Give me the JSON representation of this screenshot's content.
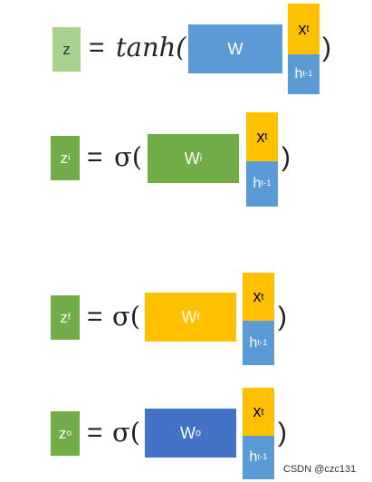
{
  "equations": [
    {
      "z": {
        "base": "z",
        "sup": ""
      },
      "equals": "=",
      "func": "tanh(",
      "weight": {
        "base": "W",
        "sup": ""
      },
      "x": {
        "base": "x",
        "sup": "t"
      },
      "h": {
        "base": "h",
        "sup": "t-1"
      },
      "close": ")",
      "colors": {
        "z": "#A9D18E",
        "weight": "#5B9BD5"
      }
    },
    {
      "z": {
        "base": "z",
        "sup": "i"
      },
      "equals": "=",
      "func": "σ(",
      "weight": {
        "base": "W",
        "sup": "i"
      },
      "x": {
        "base": "x",
        "sup": "t"
      },
      "h": {
        "base": "h",
        "sup": "t-1"
      },
      "close": ")",
      "colors": {
        "z": "#70AD47",
        "weight": "#70AD47"
      }
    },
    {
      "z": {
        "base": "z",
        "sup": "f"
      },
      "equals": "=",
      "func": "σ(",
      "weight": {
        "base": "W",
        "sup": "f"
      },
      "x": {
        "base": "x",
        "sup": "t"
      },
      "h": {
        "base": "h",
        "sup": "t-1"
      },
      "close": ")",
      "colors": {
        "z": "#70AD47",
        "weight": "#FFC000"
      }
    },
    {
      "z": {
        "base": "z",
        "sup": "o"
      },
      "equals": "=",
      "func": "σ(",
      "weight": {
        "base": "W",
        "sup": "o"
      },
      "x": {
        "base": "x",
        "sup": "t"
      },
      "h": {
        "base": "h",
        "sup": "t-1"
      },
      "close": ")",
      "colors": {
        "z": "#70AD47",
        "weight": "#4472C4"
      }
    }
  ],
  "colors": {
    "x_block": "#FFC000",
    "h_block": "#5B9BD5"
  },
  "watermark": "CSDN @czc131"
}
